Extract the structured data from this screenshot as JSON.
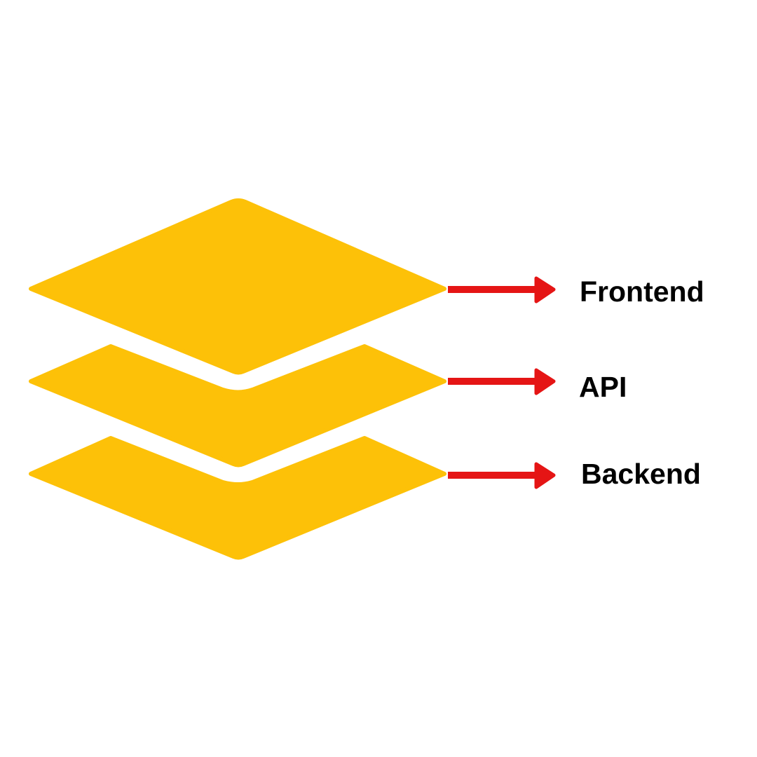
{
  "colors": {
    "layer": "#FDC108",
    "arrow": "#E51515",
    "text": "#000000"
  },
  "layers": [
    {
      "label": "Frontend"
    },
    {
      "label": "API"
    },
    {
      "label": "Backend"
    }
  ]
}
